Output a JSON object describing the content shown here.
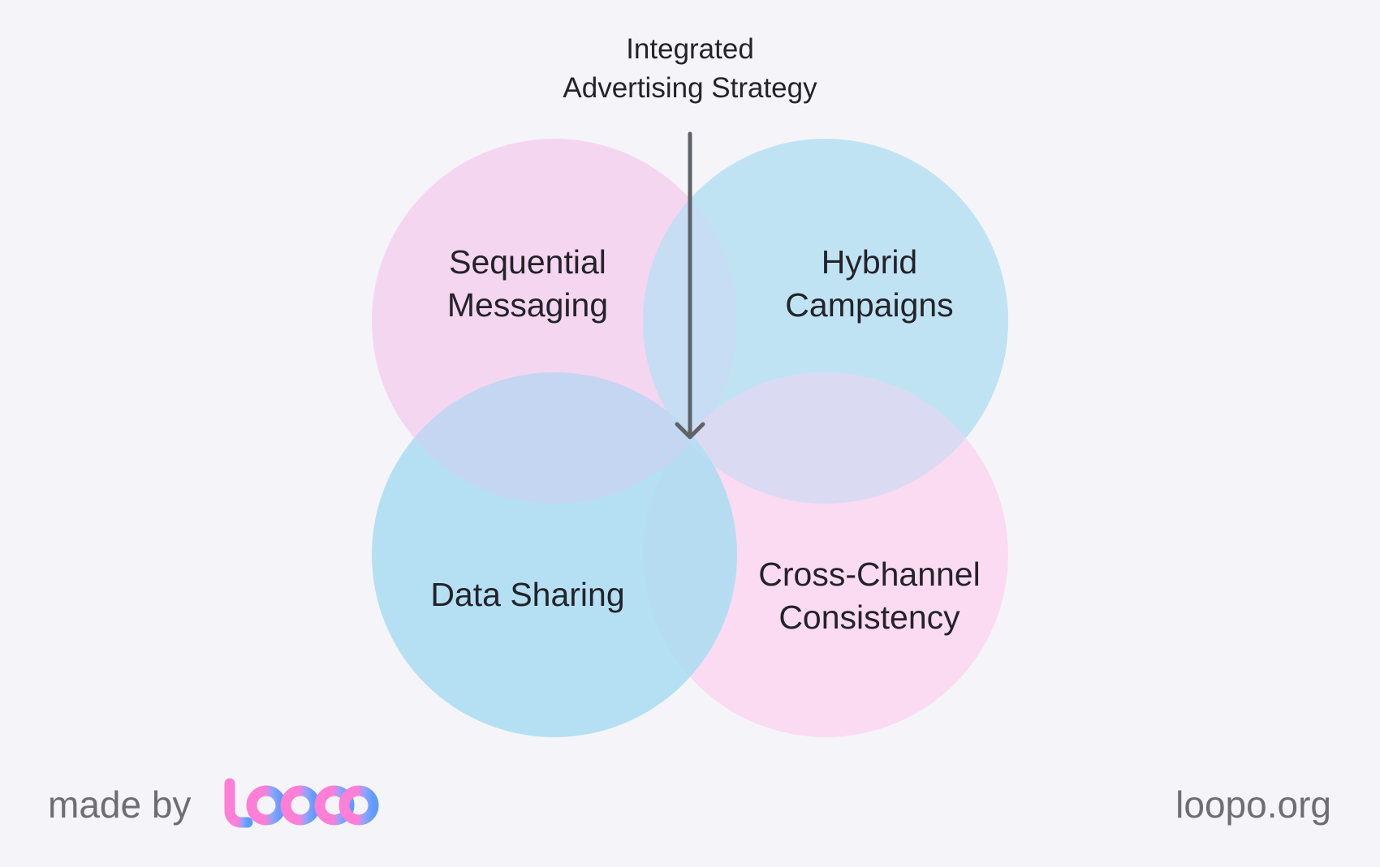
{
  "title": {
    "line1": "Integrated",
    "line2": "Advertising Strategy"
  },
  "circles": [
    {
      "line1": "Sequential",
      "line2": "Messaging",
      "color": "#fbd5ef"
    },
    {
      "line1": "Hybrid",
      "line2": "Campaigns",
      "color": "#b7e2f3"
    },
    {
      "line1": "Data Sharing",
      "line2": "",
      "color": "#a9dcf2"
    },
    {
      "line1": "Cross-Channel",
      "line2": "Consistency",
      "color": "#fbd5ef"
    }
  ],
  "arrow_icon": "arrow-down-icon",
  "footer": {
    "made_by": "made by",
    "logo": "loopo",
    "url": "loopo.org"
  },
  "colors": {
    "background": "#f5f5f9",
    "text": "#232329",
    "arrow": "#5f6369",
    "logo_pink": "#ff7ed6",
    "logo_blue": "#5d9bff"
  }
}
